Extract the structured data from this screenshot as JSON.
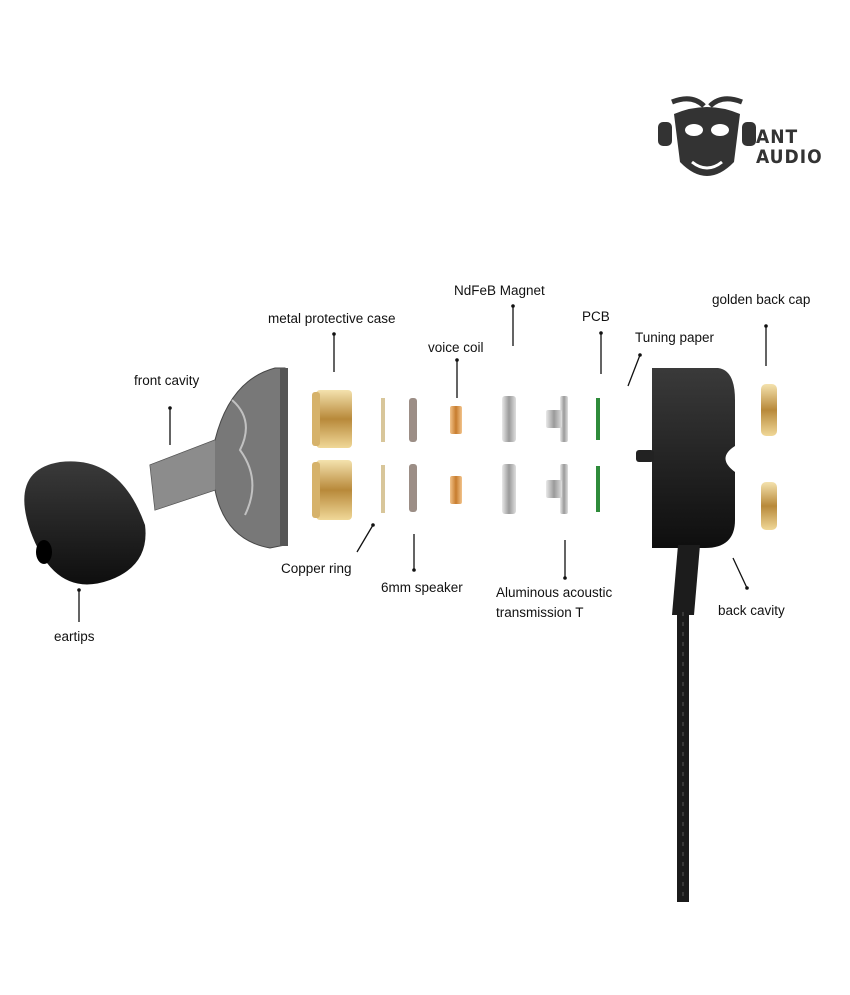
{
  "brand": {
    "line1": "ANT",
    "line2": "AUDIO"
  },
  "labels": {
    "front_cavity": "front cavity",
    "metal_case": "metal protective case",
    "ndfeb": "NdFeB Magnet",
    "voice_coil": "voice coil",
    "pcb": "PCB",
    "tuning_paper": "Tuning paper",
    "golden_cap": "golden back cap",
    "copper_ring": "Copper ring",
    "speaker": "6mm speaker",
    "aluminous": "Aluminous acoustic\ntransmission T",
    "back_cavity": "back cavity",
    "eartips": "eartips"
  },
  "colors": {
    "gold": "#c9a24a",
    "black": "#1a1a1a",
    "silver": "#b8b8b8",
    "green": "#2e8b3a"
  }
}
